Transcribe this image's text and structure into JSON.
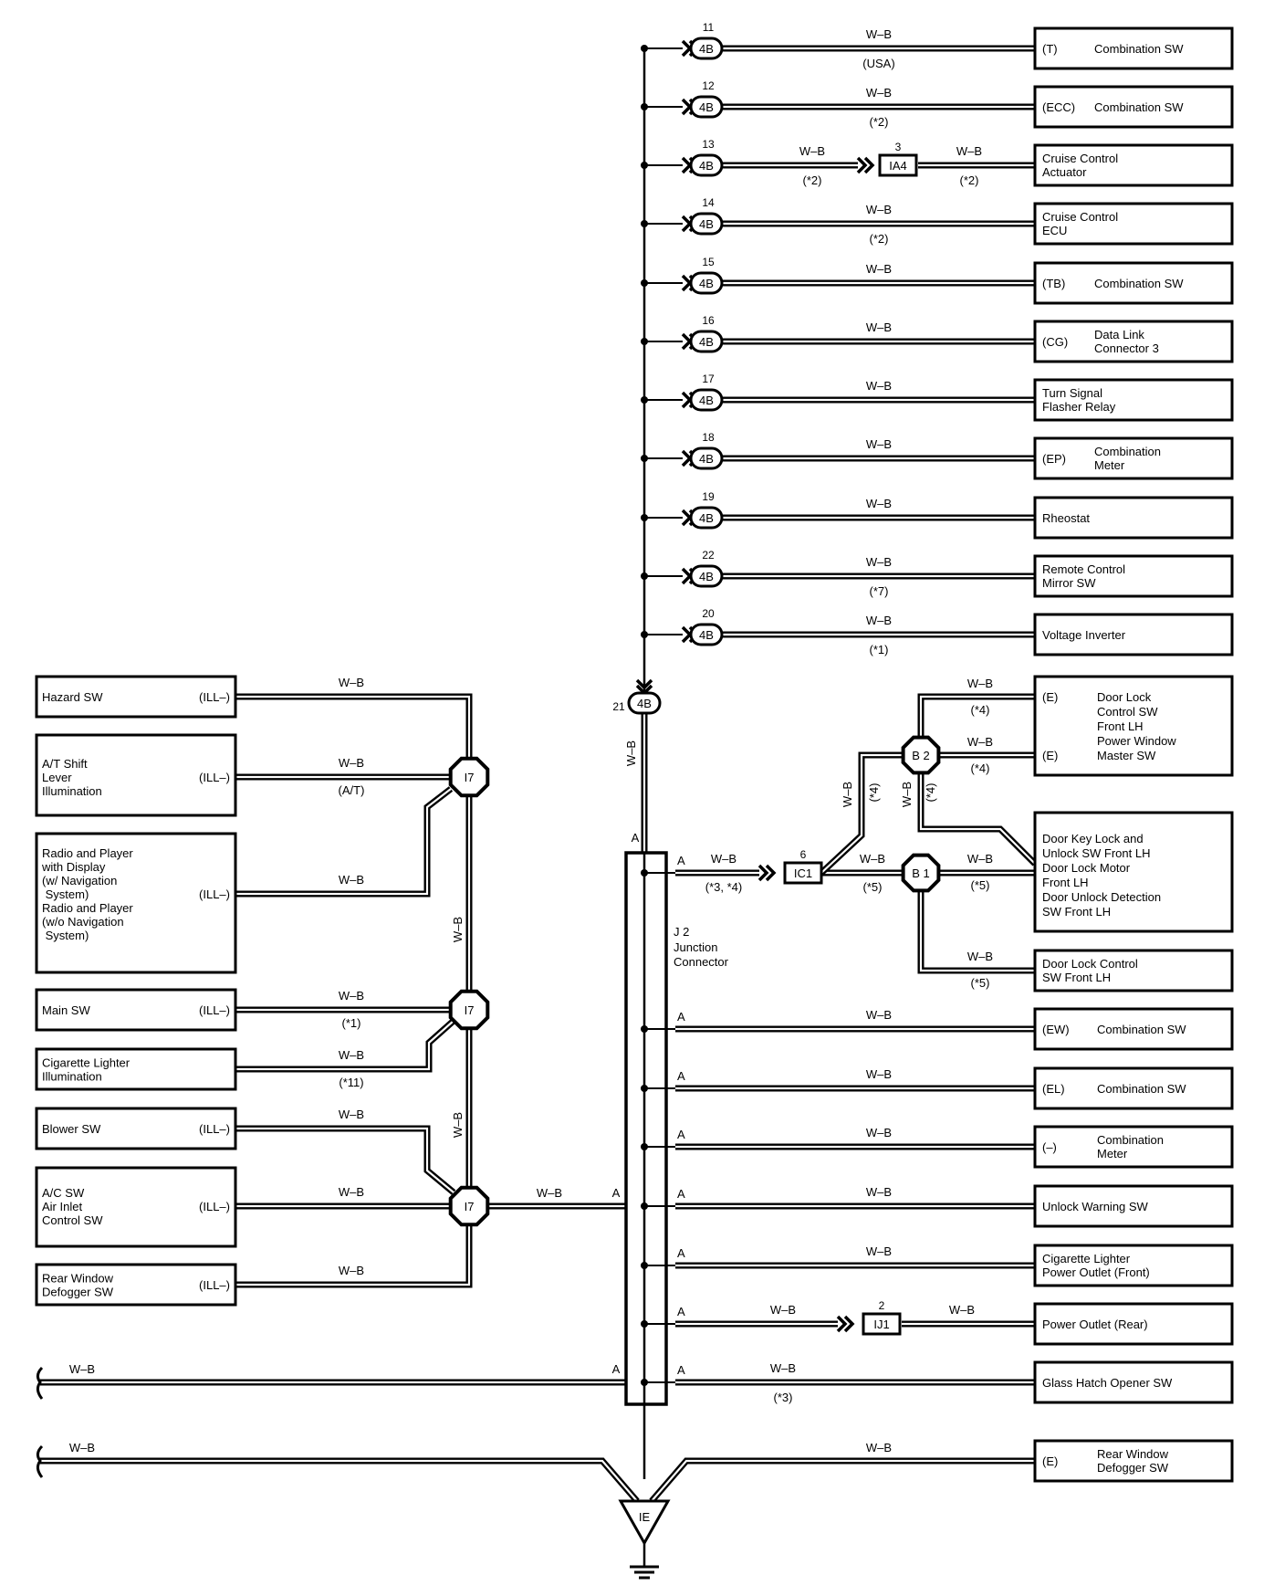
{
  "wire_color": "W–B",
  "colors": {
    "ink": "#000000",
    "paper": "#ffffff"
  },
  "top_connector_label": "4B",
  "main_connector_pin": "21",
  "right_branches": [
    {
      "pin": "11",
      "note": "(USA)",
      "term": "(T)",
      "name": "Combination SW"
    },
    {
      "pin": "12",
      "note": "(*2)",
      "term": "(ECC)",
      "name": "Combination SW"
    },
    {
      "pin": "13",
      "note": "(*2)",
      "term": "",
      "name": "Cruise Control\nActuator"
    },
    {
      "pin": "14",
      "note": "(*2)",
      "term": "",
      "name": "Cruise Control\nECU"
    },
    {
      "pin": "15",
      "note": "",
      "term": "(TB)",
      "name": "Combination SW"
    },
    {
      "pin": "16",
      "note": "",
      "term": "(CG)",
      "name": "Data Link\nConnector 3"
    },
    {
      "pin": "17",
      "note": "",
      "term": "",
      "name": "Turn Signal\nFlasher Relay"
    },
    {
      "pin": "18",
      "note": "",
      "term": "(EP)",
      "name": "Combination\nMeter"
    },
    {
      "pin": "19",
      "note": "",
      "term": "",
      "name": "Rheostat"
    },
    {
      "pin": "22",
      "note": "(*7)",
      "term": "",
      "name": "Remote Control\nMirror SW"
    },
    {
      "pin": "20",
      "note": "(*1)",
      "term": "",
      "name": "Voltage Inverter"
    }
  ],
  "ia4": {
    "pin": "3",
    "label": "IA4",
    "note": "(*2)"
  },
  "left_components": [
    {
      "name": "Hazard SW",
      "term": "(ILL–)",
      "note": ""
    },
    {
      "name": "A/T Shift\nLever\nIllumination",
      "term": "(ILL–)",
      "note": "(A/T)"
    },
    {
      "name": "Radio and Player\nwith Display\n(w/ Navigation\n  System)\nRadio and Player\n(w/o Navigation\n  System)",
      "term": "(ILL–)",
      "note": ""
    },
    {
      "name": "Main SW",
      "term": "(ILL–)",
      "note": "(*1)"
    },
    {
      "name": "Cigarette Lighter\nIllumination",
      "term": "",
      "note": "(*11)"
    },
    {
      "name": "Blower SW",
      "term": "(ILL–)",
      "note": ""
    },
    {
      "name": "A/C SW\nAir Inlet\nControl SW",
      "term": "(ILL–)",
      "note": ""
    },
    {
      "name": "Rear Window\nDefogger SW",
      "term": "(ILL–)",
      "note": ""
    }
  ],
  "i7_label": "I7",
  "junction": {
    "id": "J 2",
    "name": "Junction\nConnector",
    "pin": "A"
  },
  "ic1": {
    "pin": "6",
    "label": "IC1",
    "note": "(*3, *4)"
  },
  "b1": {
    "label": "B 1",
    "note": "(*5)"
  },
  "b2": {
    "label": "B 2",
    "note": "(*4)"
  },
  "door_lock_components": [
    {
      "term1": "(E)",
      "term2": "(E)",
      "name": "Door Lock\nControl SW\nFront LH\nPower Window\nMaster SW"
    },
    {
      "name": "Door Key Lock and\nUnlock SW Front LH\nDoor Lock Motor\nFront LH\nDoor Unlock Detection\nSW Front LH"
    },
    {
      "name": "Door Lock Control\nSW Front LH"
    }
  ],
  "junction_branches": [
    {
      "note": "",
      "term": "(EW)",
      "name": "Combination SW"
    },
    {
      "note": "",
      "term": "(EL)",
      "name": "Combination SW"
    },
    {
      "note": "",
      "term": "(–)",
      "name": "Combination\nMeter"
    },
    {
      "note": "",
      "term": "",
      "name": "Unlock Warning SW"
    },
    {
      "note": "",
      "term": "",
      "name": "Cigarette Lighter\nPower Outlet (Front)"
    },
    {
      "note": "",
      "term": "",
      "name": "Power Outlet (Rear)"
    },
    {
      "note": "(*3)",
      "term": "",
      "name": "Glass Hatch Opener SW"
    }
  ],
  "ij1": {
    "pin": "2",
    "label": "IJ1"
  },
  "rear_defogger": {
    "term": "(E)",
    "name": "Rear Window\nDefogger SW"
  },
  "ground_label": "IE"
}
